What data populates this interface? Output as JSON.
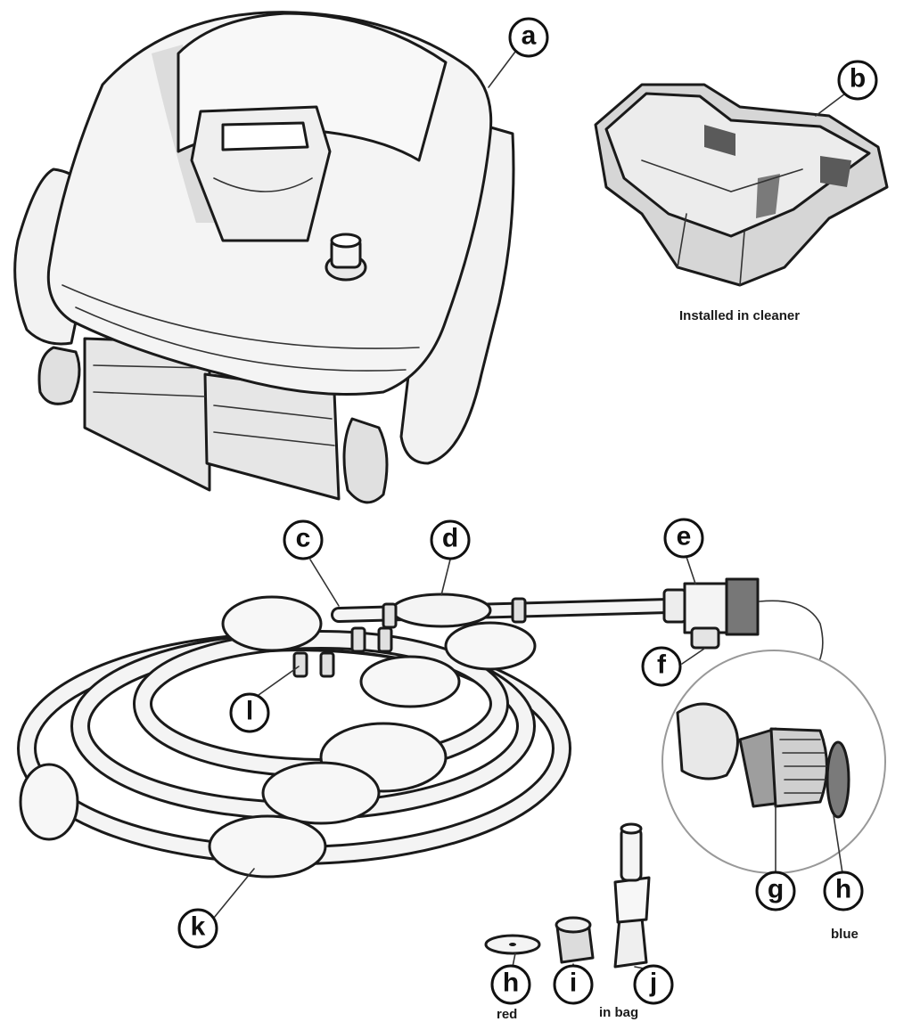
{
  "callouts": {
    "a": "a",
    "b": "b",
    "c": "c",
    "d": "d",
    "e": "e",
    "f": "f",
    "g": "g",
    "h_blue": "h",
    "h_red": "h",
    "i": "i",
    "j": "j",
    "k": "k",
    "l": "l"
  },
  "captions": {
    "filter": "Installed in cleaner",
    "blue": "blue",
    "red": "red",
    "bag": "in bag"
  },
  "colors": {
    "outline": "#1a1a1a",
    "body_fill": "#f2f2f2",
    "shade": "#d9d9d9",
    "dark_shade": "#9a9a9a"
  }
}
